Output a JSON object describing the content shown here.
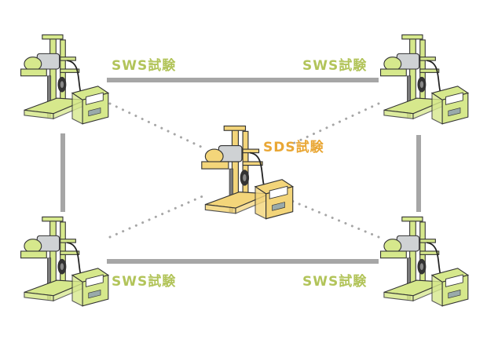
{
  "labels": {
    "sws_top_left": "SWS試験",
    "sws_top_right": "SWS試験",
    "sws_bottom_left": "SWS試験",
    "sws_bottom_right": "SWS試験",
    "sds_center": "SDS試験"
  },
  "colors": {
    "sws_text": "#b2c45a",
    "sds_text": "#e9a735",
    "sws_machine": "#d6e88c",
    "sds_machine": "#f3d57a",
    "solid_line": "#a6a6a6",
    "dotted_line": "#a6a6a6"
  },
  "machines": [
    {
      "id": "sws-top-left",
      "type": "SWS"
    },
    {
      "id": "sws-top-right",
      "type": "SWS"
    },
    {
      "id": "sws-bottom-left",
      "type": "SWS"
    },
    {
      "id": "sws-bottom-right",
      "type": "SWS"
    },
    {
      "id": "sds-center",
      "type": "SDS"
    }
  ]
}
